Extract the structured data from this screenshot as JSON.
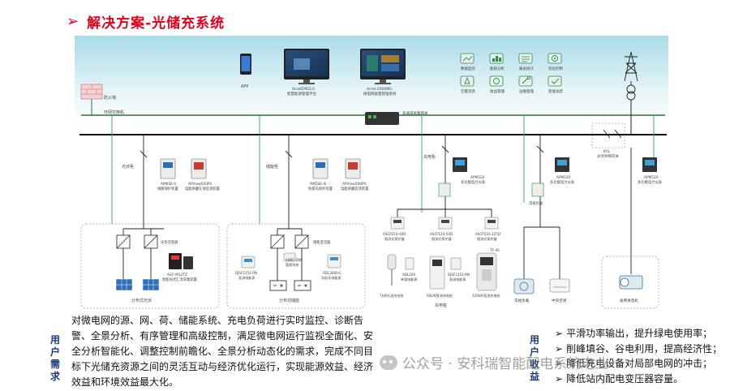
{
  "title": {
    "arrow": "➢",
    "text": "解决方案-光储充系统"
  },
  "top_devices": {
    "app": "APP",
    "platform_line1": "AcrelEMS3.0",
    "platform_line2": "智慧能源管理平台",
    "ev_line1": "Acrel-2000MG",
    "ev_line2": "微电网能量管理系统",
    "firewall": "防火墙",
    "ring_switch": "环网交换机",
    "gateway": "多通道采集网关"
  },
  "functions": [
    {
      "label": "数据监控",
      "icon": "monitor-icon"
    },
    {
      "label": "能耗分析",
      "icon": "energy-icon"
    },
    {
      "label": "报表统计",
      "icon": "report-icon"
    },
    {
      "label": "优化控制",
      "icon": "control-icon"
    },
    {
      "label": "告警消息",
      "icon": "alarm-icon"
    },
    {
      "label": "收益管理",
      "icon": "revenue-icon"
    },
    {
      "label": "运维管理",
      "icon": "maintenance-icon"
    },
    {
      "label": "智能总结",
      "icon": "summary-icon"
    }
  ],
  "diagram": {
    "pv_cabinet": "光伏柜",
    "storage_cabinet": "储能柜",
    "charging_cabinet": "充电柜",
    "pv_protection_line1": "AM6SE-S",
    "pv_protection_line2": "线路保护装置",
    "pv_meter_line1": "APView500PV",
    "pv_meter_line2": "电能质量在线监测装置",
    "storage_protection_line1": "AM5SE-IS",
    "storage_protection_line2": "防孤岛保护装置",
    "storage_meter_line1": "APView500PV",
    "storage_meter_line2": "电能质量监测装置",
    "charge_meter_line1": "APM520",
    "charge_meter_line2": "多功能电力仪表",
    "load_meter_line1": "APM520",
    "load_meter_line2": "多功能电力仪表",
    "grid_meter_line1": "APM520",
    "grid_meter_line2": "多功能电力仪表",
    "grid_switch_line1": "KYL",
    "grid_switch_line2": "光伏并网开关",
    "inverter_label": "光伏逆变器",
    "pv_box_label": "分布式光伏",
    "pv_module_line1": "AGF-M12TZ",
    "pv_module_line2": "智能光伏汇流采集装置",
    "storage_box_label": "分布式储能",
    "pcs_label": "储能变流器",
    "storage_meter_a_line1": "DJSF1352-RN",
    "storage_meter_a_line2": "直流电能表",
    "storage_ctrl_line1": "ANKC-DW",
    "storage_ctrl_line2": "管理系统",
    "storage_meter_b_line1": "ADL3000-E",
    "storage_meter_b_line2": "导轨式电能表",
    "charge_protect_a_line1": "ASCP210-40D",
    "charge_protect_a_line2": "限流式保护器",
    "charge_protect_b_line1": "ASCP210-63D",
    "charge_protect_b_line2": "限流式保护器",
    "charge_protect_c_line1": "ASCP210-125D",
    "charge_protect_c_line2": "限流式保护器",
    "pile_7kw": "7kW交流充电桩",
    "meter_ac_line1": "ADL200",
    "meter_ac_line2": "单相电能表",
    "pile_60kw": "60kW直流充电桩",
    "meter_dc_line1": "DJSF1352-RN",
    "meter_dc_line2": "直流电能表",
    "pile_120kw": "120kW直流充电桩",
    "charging_box_label": "充电桩",
    "normal_load_meter": "常规负载",
    "normal_load": "常规负载",
    "hvac": "中央空调",
    "backup_generator": "备用发电机",
    "tf_label": "TF-4G"
  },
  "bottom": {
    "user_needs": "用户需求",
    "user_benefits": "用户收益",
    "needs_text": "对微电网的源、网、荷、储能系统、充电负荷进行实时监控、诊断告警、全景分析、有序管理和高级控制，满足微电网运行监视全面化、安全分析智能化、调整控制前瞻化、全景分析动态化的需求，完成不同目标下光储充资源之间的灵活互动与经济优化运行，实现能源效益、经济效益和环境效益最大化。",
    "benefits": [
      "平滑功率输出，提升绿电使用率；",
      "削峰填谷、谷电利用，提高经济性；",
      "降低充电设备对局部电网的冲击；",
      "降低站内配电变压器容量。"
    ],
    "benefit_arrow": "➢",
    "watermark": "公众号 · 安科瑞智能配电系统电业"
  }
}
